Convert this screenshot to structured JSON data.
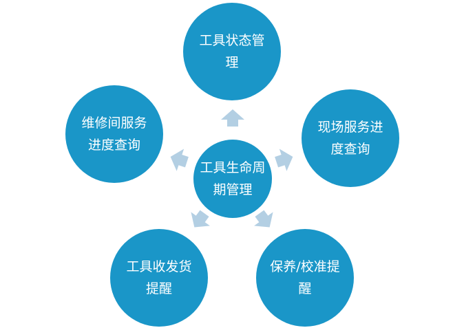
{
  "colors": {
    "node_fill": "#1a96c8",
    "node_text": "#ffffff",
    "arrow_fill": "#b3cfe3",
    "background": "#ffffff"
  },
  "center": {
    "label": "工具生命周期管理"
  },
  "nodes": [
    {
      "id": "tool-status-management",
      "label": "工具状态管理"
    },
    {
      "id": "field-service-progress-query",
      "label": "现场服务进度查询"
    },
    {
      "id": "maintenance-calibration-reminder",
      "label": "保养/校准提醒"
    },
    {
      "id": "tool-shipping-receiving-reminder",
      "label": "工具收发货提醒"
    },
    {
      "id": "repair-service-progress-query",
      "label": "维修间服务进度查询"
    }
  ]
}
